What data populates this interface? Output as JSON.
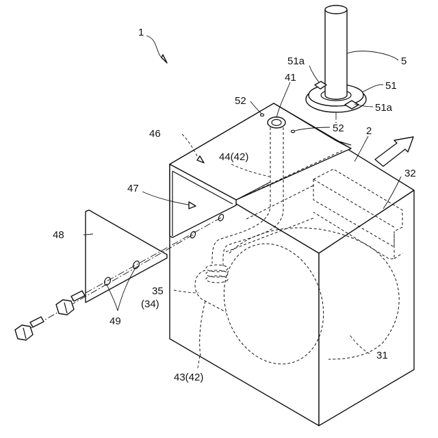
{
  "labels": {
    "assembly": "1",
    "case": "2",
    "tube": "5",
    "flange": "51",
    "tab_upper": "51a",
    "tab_lower": "51a",
    "port": "41",
    "hole_left": "52",
    "hole_right": "52",
    "cover": "46",
    "inner_duct": "44(42)",
    "opening": "47",
    "plate": "48",
    "bolts": "49",
    "vent": "35",
    "vent_sub": "(34)",
    "lower_duct": "43(42)",
    "box": "32",
    "drum": "31"
  },
  "colors": {
    "line": "#111111",
    "background": "#ffffff"
  }
}
